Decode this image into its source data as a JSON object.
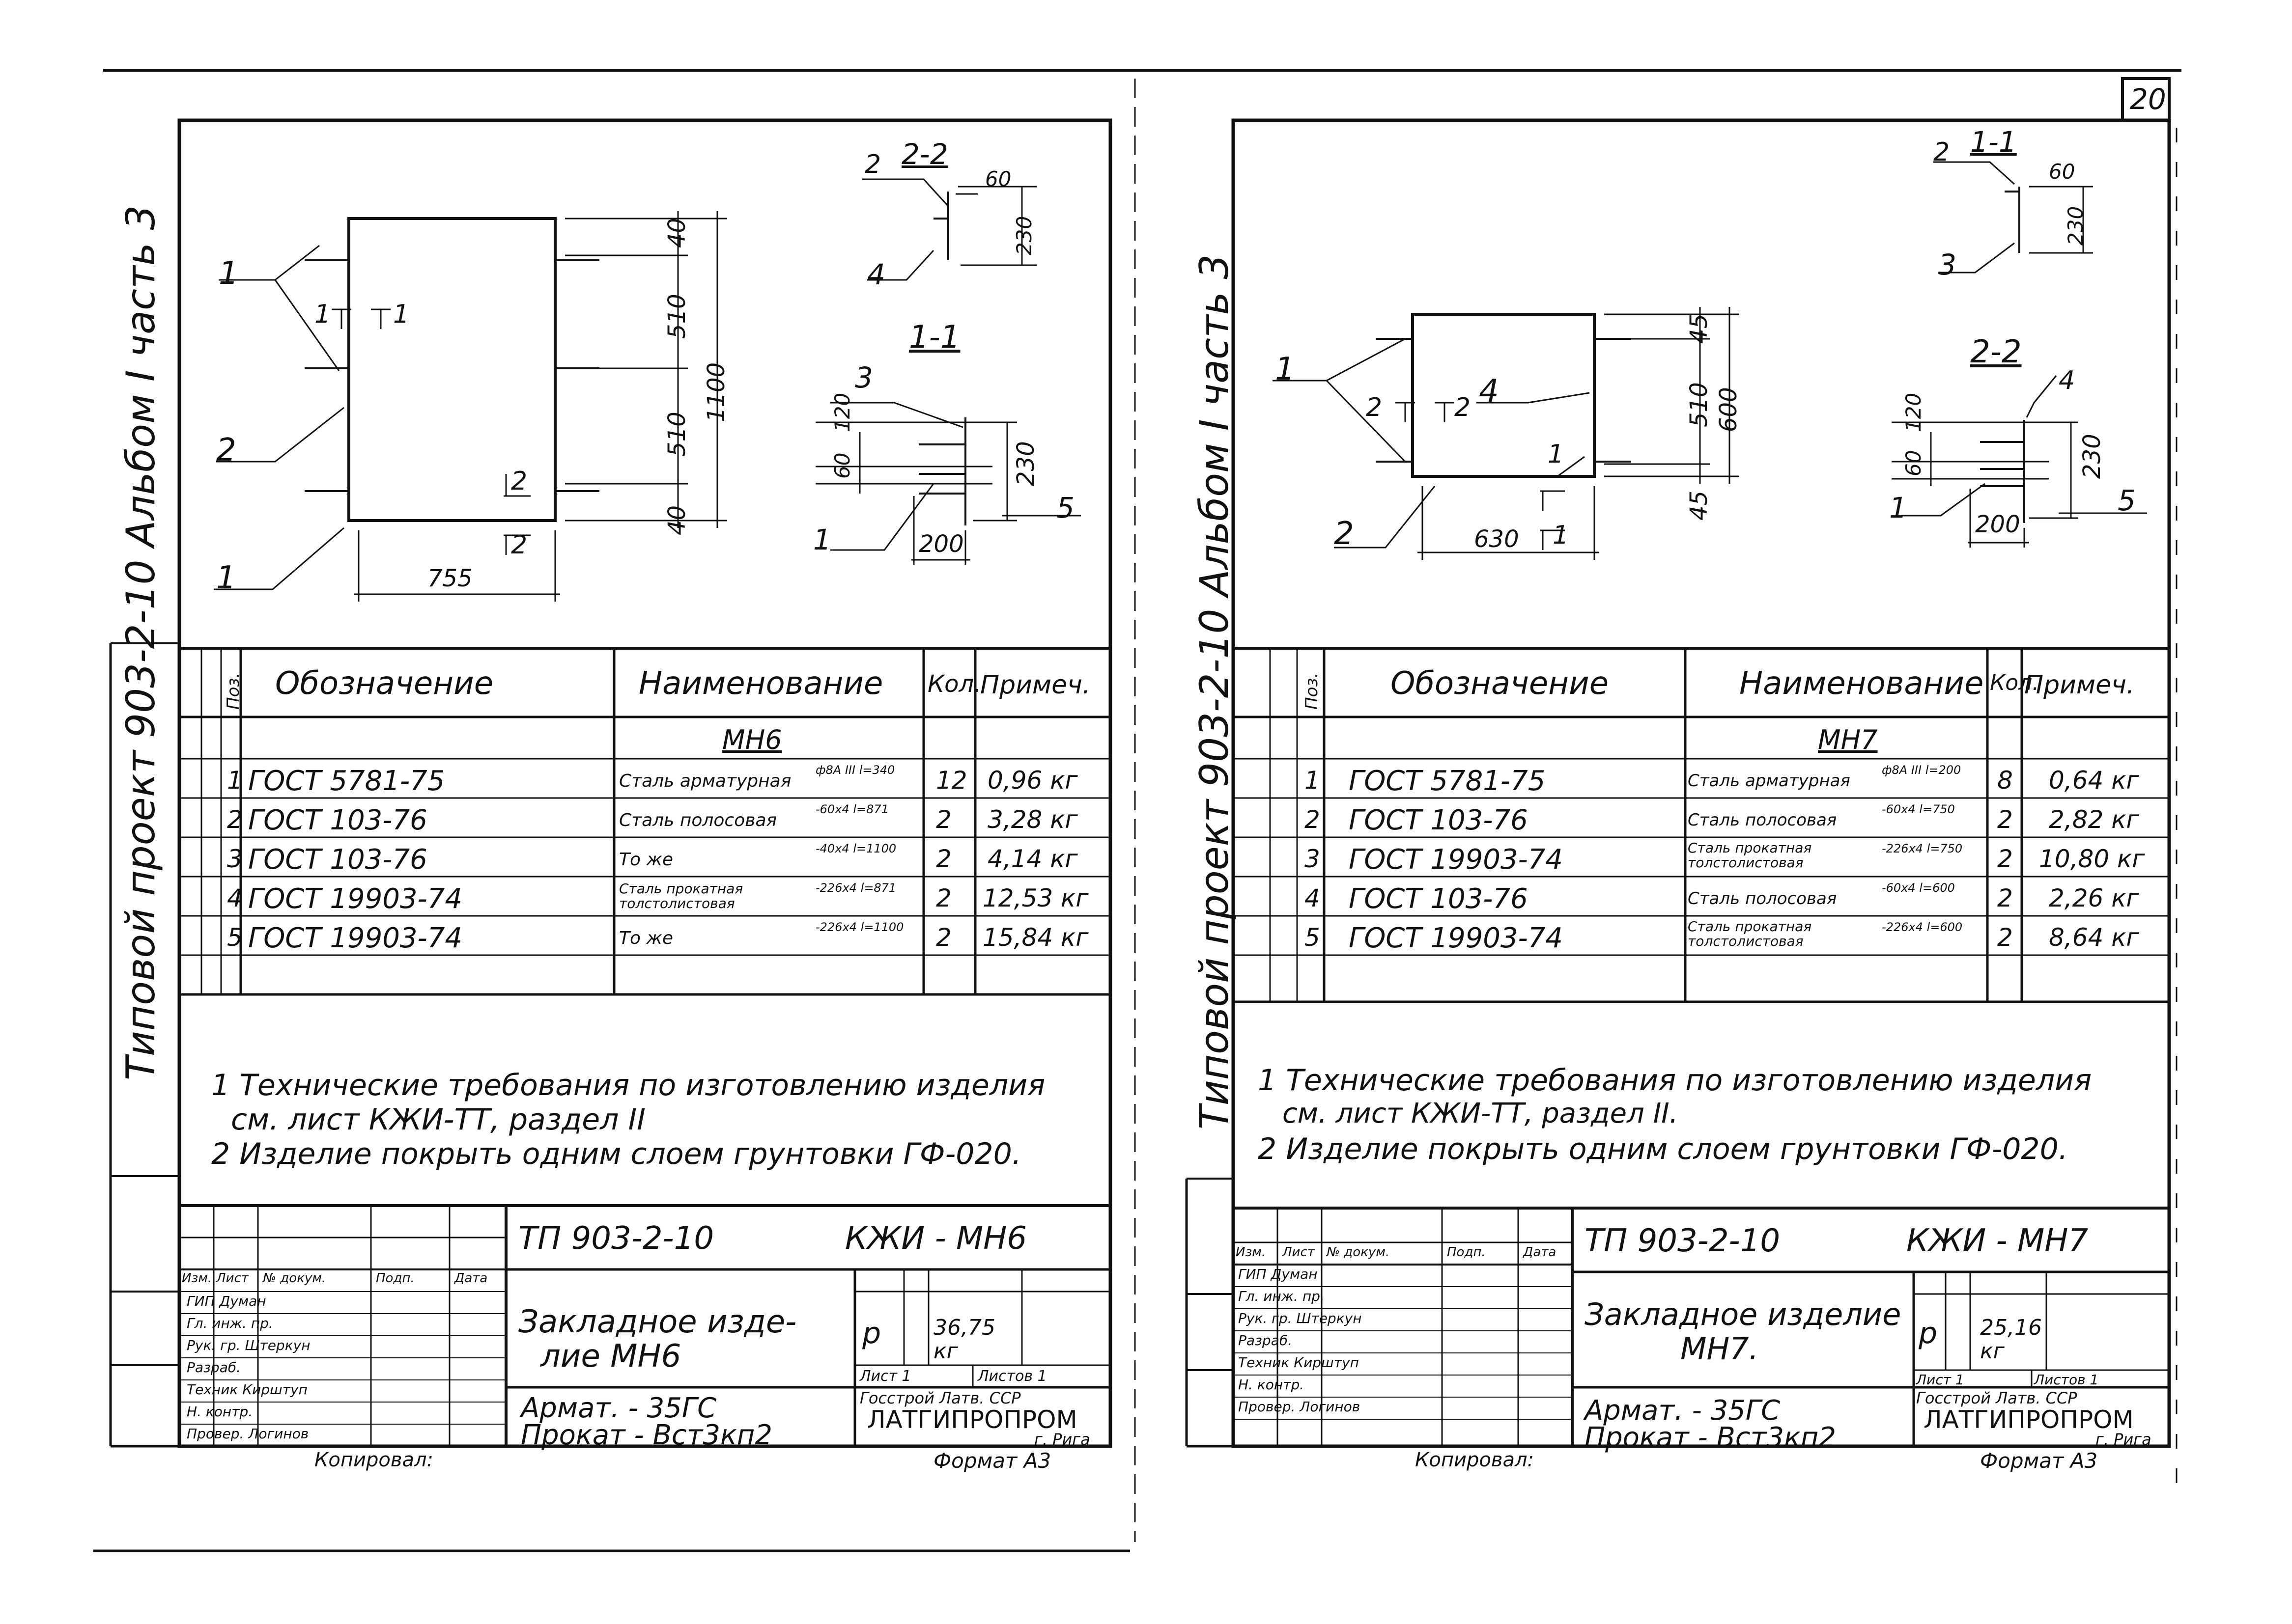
{
  "page_number": "20",
  "left": {
    "side_title": "Типовой проект 903-2-10 Альбом I часть 3",
    "designation": "ТП 903-2-10",
    "code": "КЖИ - МН6",
    "item_name_1": "Закладное изде-",
    "item_name_2": "лие МН6",
    "stage": "р",
    "mass": "36,75 кг",
    "sheet": "Лист 1",
    "sheets": "Листов 1",
    "materials_1": "Армат. - 35ГС",
    "materials_2": "Прокат - Вст3кп2",
    "org_1": "Госстрой Латв. ССР",
    "org_2": "ЛАТГИПРОПРОМ",
    "org_3": "г. Рига",
    "format": "Формат А3",
    "copied": "Копировал:",
    "header": {
      "pos": "Поз.",
      "designation": "Обозначение",
      "name": "Наименование",
      "qty": "Кол.",
      "note": "Примеч."
    },
    "group": "МН6",
    "rows": [
      {
        "pos": "1",
        "designation": "ГОСТ 5781-75",
        "name": "Сталь арматурная",
        "spec": "ф8А III l=340",
        "qty": "12",
        "note": "0,96 кг"
      },
      {
        "pos": "2",
        "designation": "ГОСТ 103-76",
        "name": "Сталь полосовая",
        "spec": "-60х4 l=871",
        "qty": "2",
        "note": "3,28 кг"
      },
      {
        "pos": "3",
        "designation": "ГОСТ 103-76",
        "name": "То же",
        "spec": "-40х4 l=1100",
        "qty": "2",
        "note": "4,14 кг"
      },
      {
        "pos": "4",
        "designation": "ГОСТ 19903-74",
        "name": "Сталь прокатная толстолистовая",
        "spec": "-226х4 l=871",
        "qty": "2",
        "note": "12,53 кг"
      },
      {
        "pos": "5",
        "designation": "ГОСТ 19903-74",
        "name": "То же",
        "spec": "-226х4 l=1100",
        "qty": "2",
        "note": "15,84 кг"
      }
    ],
    "notes": [
      "1 Технические требования по изготовлению изделия",
      "см. лист КЖИ-ТТ, раздел II",
      "2 Изделие покрыть одним слоем грунтовки ГФ-020."
    ],
    "dims": {
      "top": "40",
      "mid1": "510",
      "total": "1100",
      "mid2": "510",
      "bottom": "40",
      "width": "755"
    },
    "section_a": {
      "label": "2-2",
      "d60": "60",
      "d230": "230"
    },
    "section_b": {
      "label": "1-1",
      "d120": "120",
      "d60": "60",
      "d230": "230",
      "d200": "200"
    },
    "stamp_roles": [
      "Изм.",
      "Лист",
      "№ докум.",
      "Подп.",
      "Дата"
    ],
    "staff": [
      "ГИП Думан",
      "Гл. инж. пр.",
      "Рук. гр. Штеркун",
      "Разраб.",
      "Техник Кирштуп",
      "Н. контр.",
      "Провер. Логинов"
    ]
  },
  "right": {
    "side_title": "Типовой проект 903-2-10 Альбом I часть 3",
    "designation": "ТП 903-2-10",
    "code": "КЖИ - МН7",
    "item_name_1": "Закладное изделие",
    "item_name_2": "МН7.",
    "stage": "р",
    "mass": "25,16 кг",
    "sheet": "Лист 1",
    "sheets": "Листов 1",
    "materials_1": "Армат. - 35ГС",
    "materials_2": "Прокат - Вст3кп2",
    "org_1": "Госстрой Латв. ССР",
    "org_2": "ЛАТГИПРОПРОМ",
    "org_3": "г. Рига",
    "format": "Формат А3",
    "copied": "Копировал:",
    "header": {
      "pos": "Поз.",
      "designation": "Обозначение",
      "name": "Наименование",
      "qty": "Кол.",
      "note": "Примеч."
    },
    "group": "МН7",
    "rows": [
      {
        "pos": "1",
        "designation": "ГОСТ 5781-75",
        "name": "Сталь арматурная",
        "spec": "ф8А III l=200",
        "qty": "8",
        "note": "0,64 кг"
      },
      {
        "pos": "2",
        "designation": "ГОСТ 103-76",
        "name": "Сталь полосовая",
        "spec": "-60х4 l=750",
        "qty": "2",
        "note": "2,82 кг"
      },
      {
        "pos": "3",
        "designation": "ГОСТ 19903-74",
        "name": "Сталь прокатная толстолистовая",
        "spec": "-226х4 l=750",
        "qty": "2",
        "note": "10,80 кг"
      },
      {
        "pos": "4",
        "designation": "ГОСТ 103-76",
        "name": "Сталь полосовая",
        "spec": "-60х4 l=600",
        "qty": "2",
        "note": "2,26 кг"
      },
      {
        "pos": "5",
        "designation": "ГОСТ 19903-74",
        "name": "Сталь прокатная толстолистовая",
        "spec": "-226х4 l=600",
        "qty": "2",
        "note": "8,64 кг"
      }
    ],
    "notes": [
      "1 Технические требования по изготовлению изделия",
      "см. лист КЖИ-ТТ, раздел II.",
      "2 Изделие покрыть одним слоем грунтовки ГФ-020."
    ],
    "dims": {
      "top": "45",
      "mid": "510",
      "total": "600",
      "bottom": "45",
      "width": "630"
    },
    "section_a": {
      "label": "1-1",
      "d60": "60",
      "d230": "230"
    },
    "section_b": {
      "label": "2-2",
      "d120": "120",
      "d60": "60",
      "d230": "230",
      "d200": "200"
    },
    "stamp_roles": [
      "Изм.",
      "Лист",
      "№ докум.",
      "Подп.",
      "Дата"
    ],
    "staff": [
      "ГИП Думан",
      "Гл. инж. пр.",
      "Рук. гр. Штеркун",
      "Разраб.",
      "Техник Кирштуп",
      "Н. контр.",
      "Провер. Логинов"
    ]
  }
}
